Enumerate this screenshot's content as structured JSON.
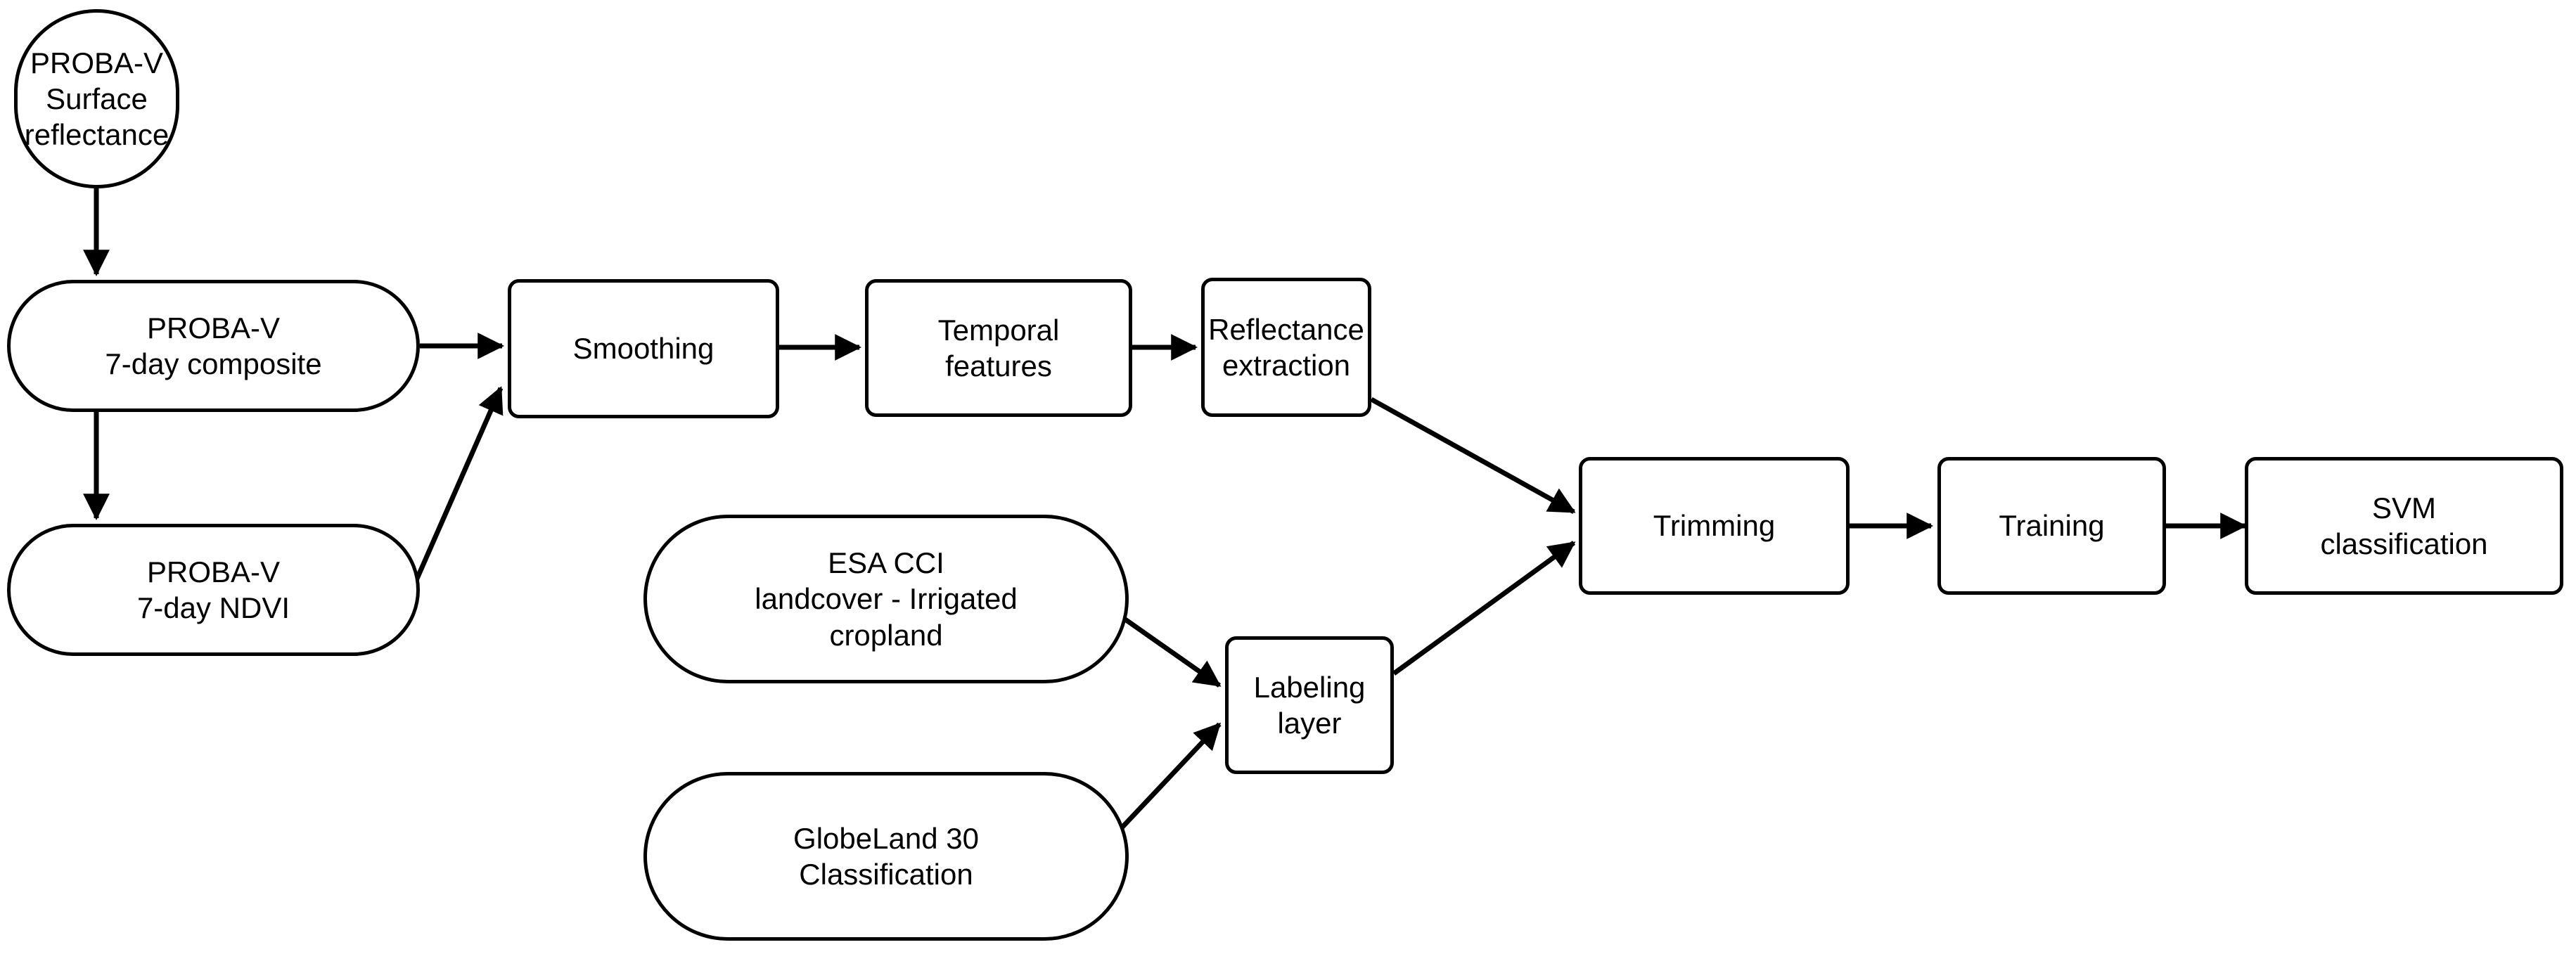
{
  "diagram": {
    "title": "PROBA-V irrigated cropland classification workflow",
    "background_color": "#ffffff",
    "stroke_color": "#000000",
    "text_color": "#000000",
    "nodes": [
      {
        "id": "proba_surface_reflectance",
        "label": "PROBA-V Surface\nreflectance",
        "shape": "stadium"
      },
      {
        "id": "proba_7day_composite",
        "label": "PROBA-V\n7-day composite",
        "shape": "stadium"
      },
      {
        "id": "proba_7day_ndvi",
        "label": "PROBA-V\n7-day NDVI",
        "shape": "stadium"
      },
      {
        "id": "smoothing",
        "label": "Smoothing",
        "shape": "rectangle"
      },
      {
        "id": "temporal_features",
        "label": "Temporal\nfeatures",
        "shape": "rectangle"
      },
      {
        "id": "reflectance_extraction",
        "label": "Reflectance\nextraction",
        "shape": "rectangle"
      },
      {
        "id": "esa_cci_landcover",
        "label": "ESA CCI\nlandcover - Irrigated\ncropland",
        "shape": "stadium"
      },
      {
        "id": "globeland_30",
        "label": "GlobeLand 30\nClassification",
        "shape": "stadium"
      },
      {
        "id": "labeling_layer",
        "label": "Labeling\nlayer",
        "shape": "rectangle"
      },
      {
        "id": "trimming",
        "label": "Trimming",
        "shape": "rectangle"
      },
      {
        "id": "training",
        "label": "Training",
        "shape": "rectangle"
      },
      {
        "id": "svm_classification",
        "label": "SVM\nclassification",
        "shape": "rectangle"
      }
    ],
    "edges": [
      {
        "from": "proba_surface_reflectance",
        "to": "proba_7day_composite"
      },
      {
        "from": "proba_7day_composite",
        "to": "proba_7day_ndvi"
      },
      {
        "from": "proba_7day_composite",
        "to": "smoothing"
      },
      {
        "from": "proba_7day_ndvi",
        "to": "smoothing"
      },
      {
        "from": "smoothing",
        "to": "temporal_features"
      },
      {
        "from": "temporal_features",
        "to": "reflectance_extraction"
      },
      {
        "from": "reflectance_extraction",
        "to": "trimming"
      },
      {
        "from": "esa_cci_landcover",
        "to": "labeling_layer"
      },
      {
        "from": "globeland_30",
        "to": "labeling_layer"
      },
      {
        "from": "labeling_layer",
        "to": "trimming"
      },
      {
        "from": "trimming",
        "to": "training"
      },
      {
        "from": "training",
        "to": "svm_classification"
      }
    ]
  }
}
